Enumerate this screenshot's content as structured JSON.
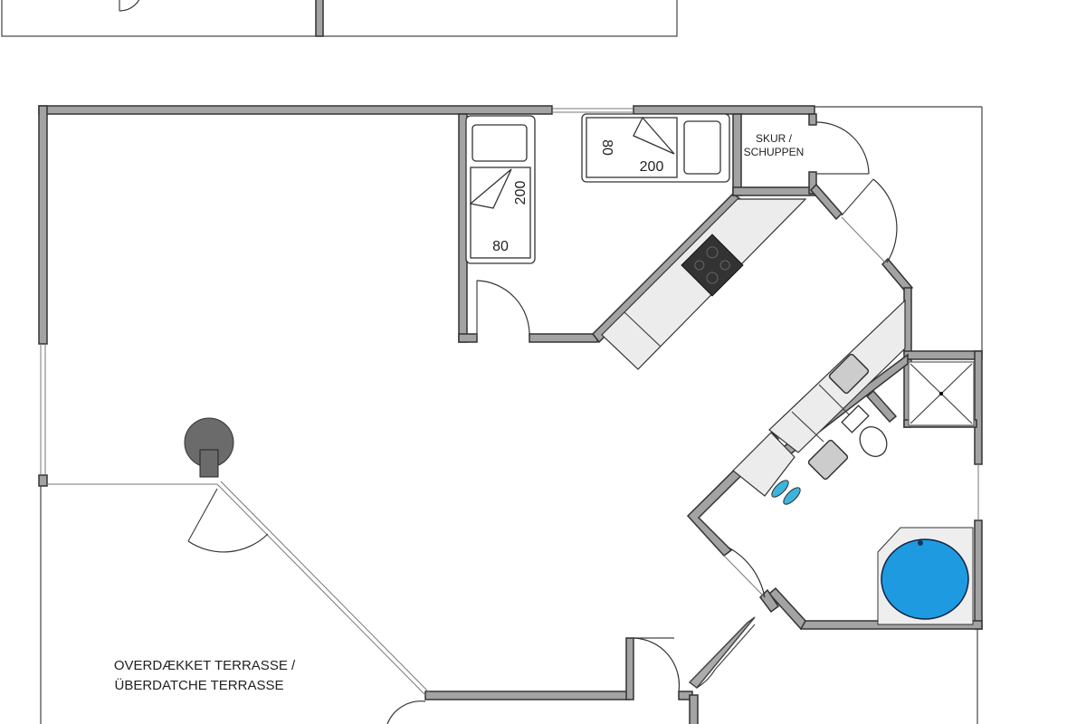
{
  "labels": {
    "shed_line1": "SKUR /",
    "shed_line2": "SCHUPPEN",
    "bed1_width": "80",
    "bed1_length": "200",
    "bed2_width": "80",
    "bed2_length": "200",
    "terrace_line1": "OVERDÆKKET TERRASSE /",
    "terrace_line2": "ÜBERDATCHE TERRASSE"
  },
  "colors": {
    "wall": "#a3a3a3",
    "tub_water": "#1e9be0",
    "stove": "#333333",
    "counter": "#ececec"
  }
}
